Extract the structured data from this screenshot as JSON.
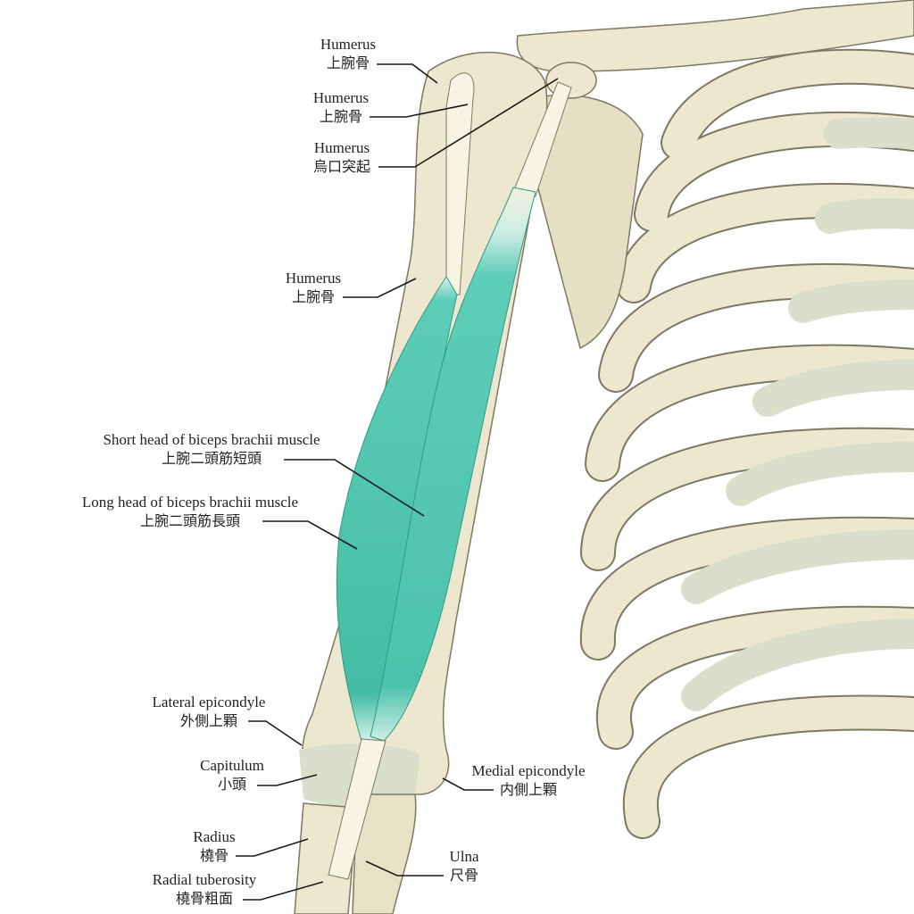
{
  "colors": {
    "bone": "#ede7cf",
    "bone_shadow": "#d8d1b2",
    "cartilage": "#dadfcc",
    "muscle": "#5ecdb8",
    "muscle_dark": "#3fb9a3",
    "tendon": "#f8f4e4",
    "outline": "#7d7862",
    "leader": "#1a1a1a"
  },
  "labels": [
    {
      "en": "Humerus",
      "ja": "上腕骨"
    },
    {
      "en": "Humerus",
      "ja": "上腕骨"
    },
    {
      "en": "Humerus",
      "ja": "烏口突起"
    },
    {
      "en": "Humerus",
      "ja": "上腕骨"
    },
    {
      "en": "Short head of biceps brachii muscle",
      "ja": "上腕二頭筋短頭"
    },
    {
      "en": "Long head of biceps brachii muscle",
      "ja": "上腕二頭筋長頭"
    },
    {
      "en": "Lateral epicondyle",
      "ja": "外側上顆"
    },
    {
      "en": "Capitulum",
      "ja": "小頭"
    },
    {
      "en": "Medial epicondyle",
      "ja": "内側上顆"
    },
    {
      "en": "Radius",
      "ja": "橈骨"
    },
    {
      "en": "Ulna",
      "ja": "尺骨"
    },
    {
      "en": "Radial tuberosity",
      "ja": "橈骨粗面"
    }
  ]
}
